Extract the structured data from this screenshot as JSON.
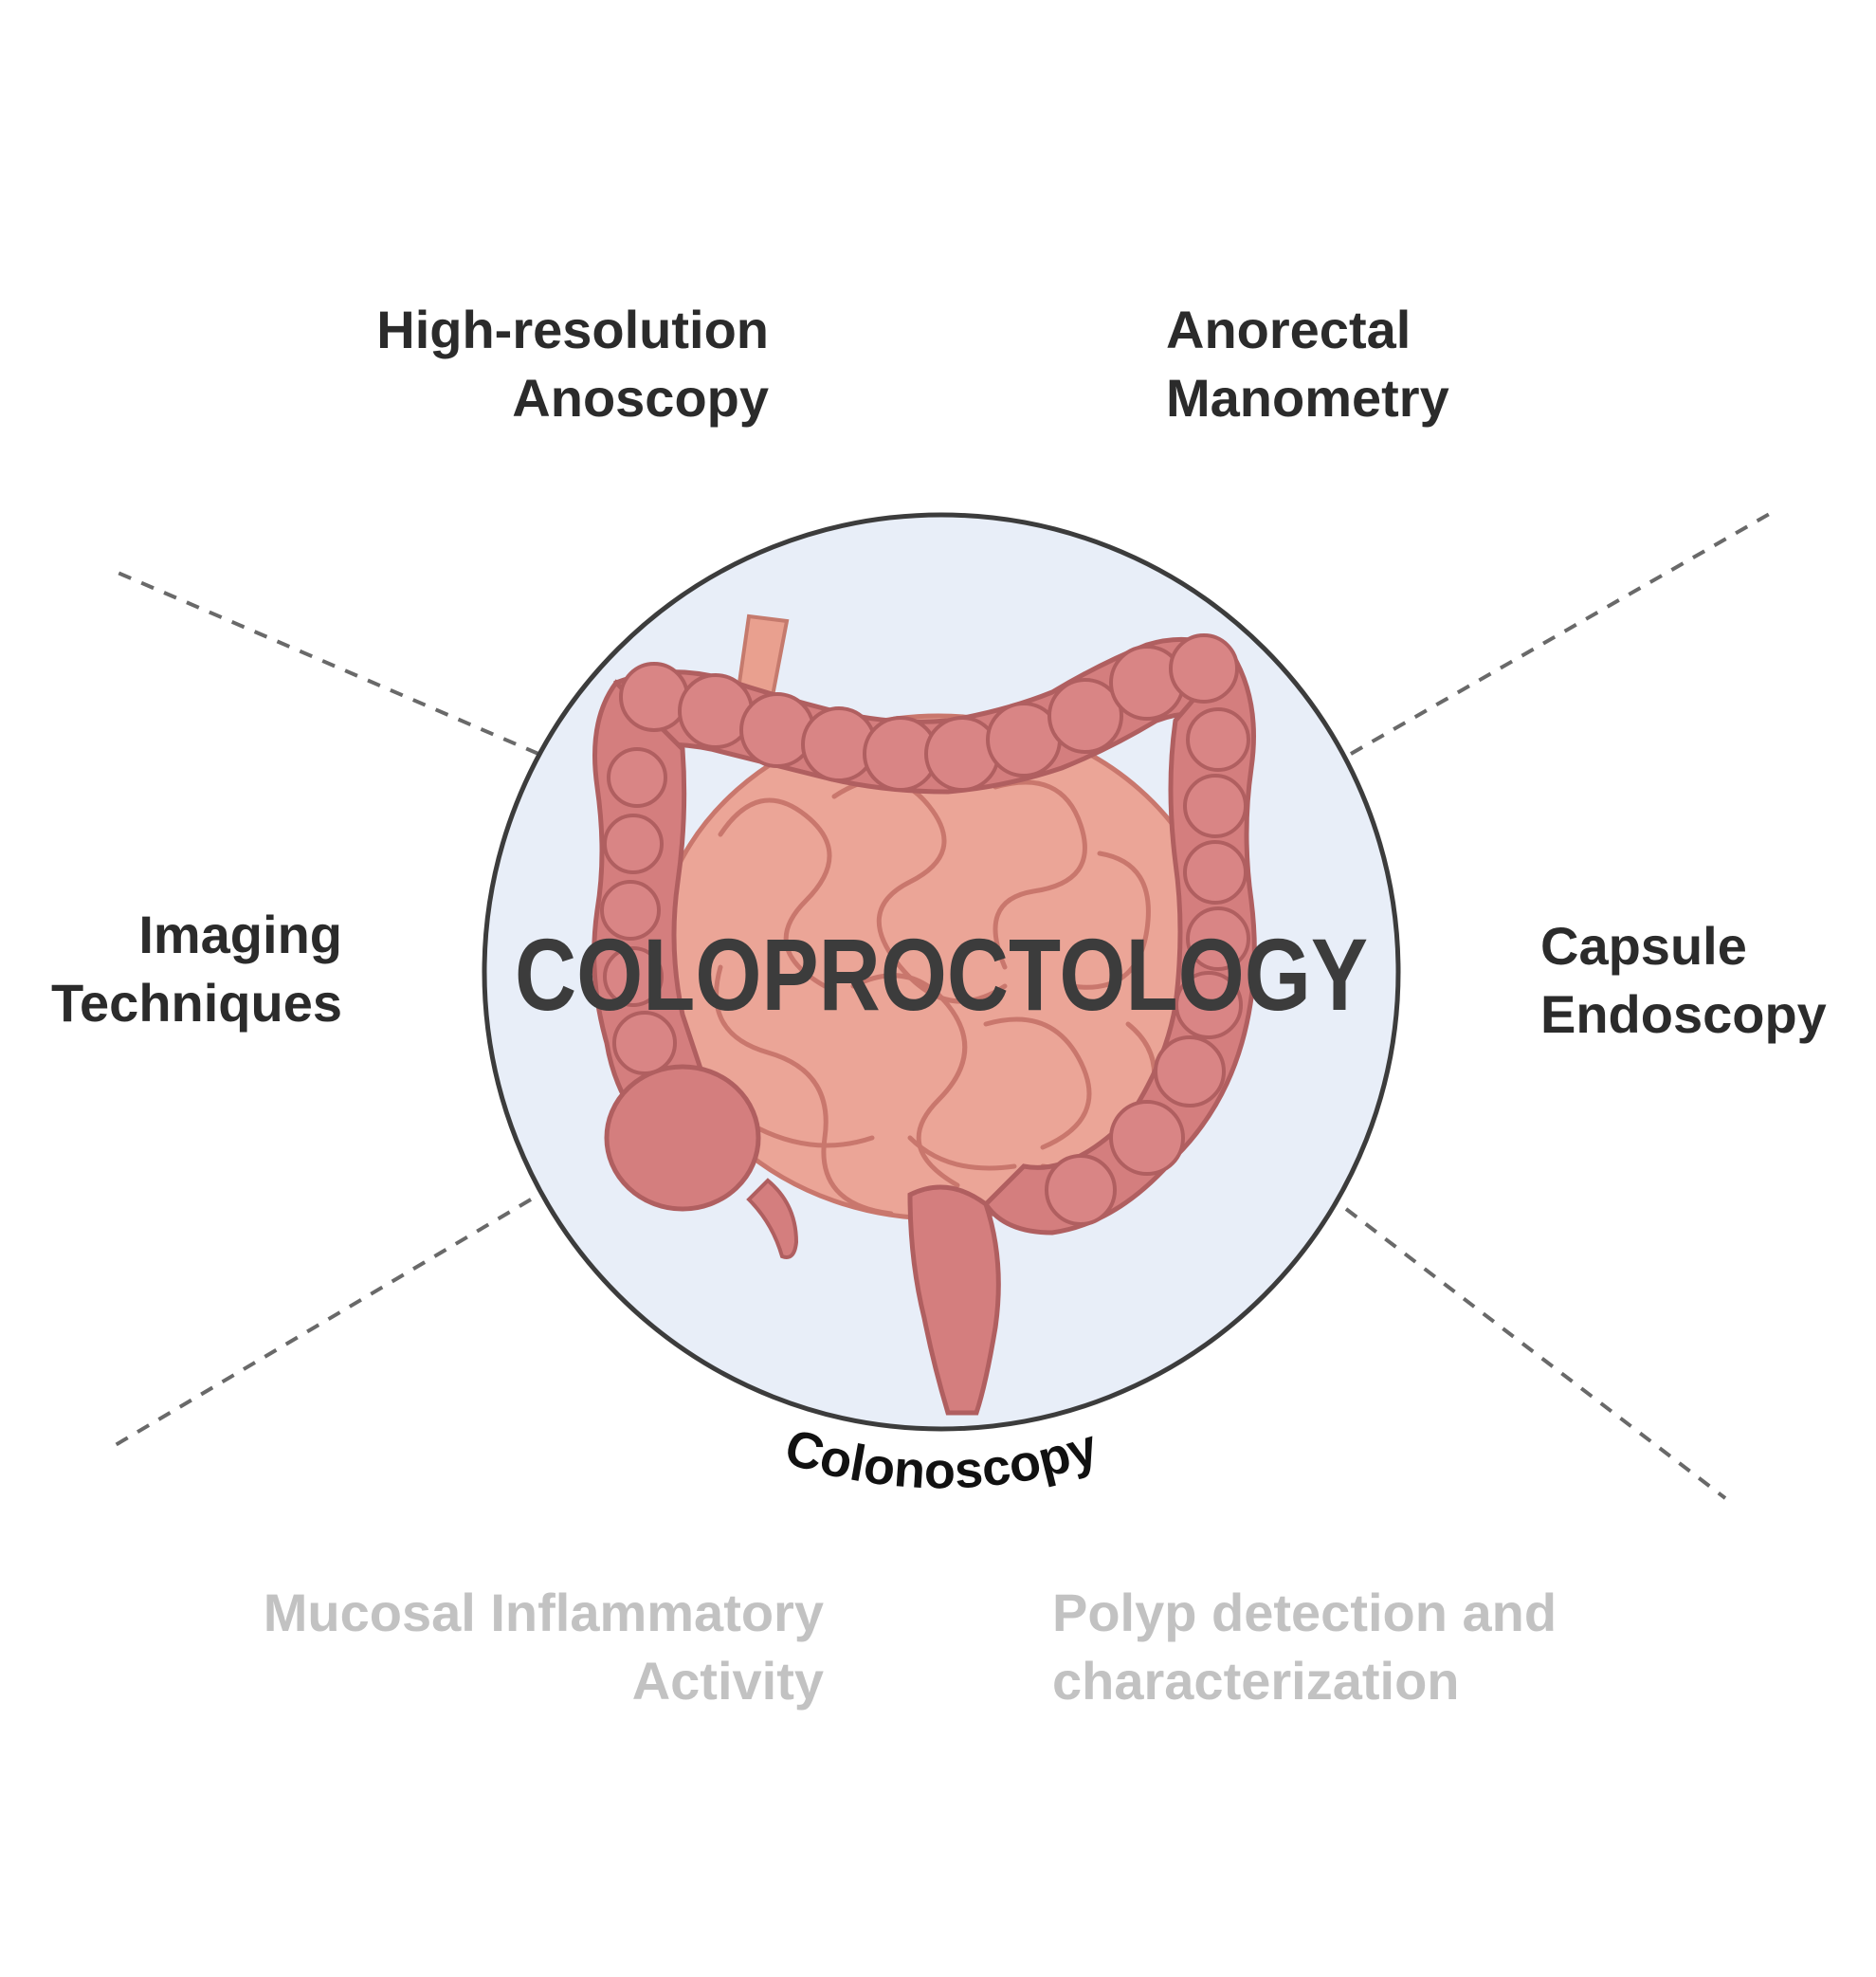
{
  "center_title": "COLOPROCTOLOGY",
  "arc_label": "Colonoscopy",
  "labels": {
    "high_res": [
      "High-resolution",
      "Anoscopy"
    ],
    "anorectal": [
      "Anorectal",
      "Manometry"
    ],
    "imaging": [
      "Imaging",
      "Techniques"
    ],
    "capsule": [
      "Capsule",
      "Endoscopy"
    ],
    "mucosal": [
      "Mucosal Inflammatory",
      "Activity"
    ],
    "polyp": [
      "Polyp detection and",
      "characterization"
    ]
  },
  "colors": {
    "circle_fill": "#e8eef8",
    "circle_stroke": "#3c3c3c",
    "colon": "#d47e7e",
    "colon_dark": "#b05f60",
    "small_intestine": "#eba597",
    "small_intestine_dark": "#c9776d",
    "text_dark": "#2b2b2b",
    "text_muted": "#c2c2c2",
    "dash": "#444444"
  }
}
